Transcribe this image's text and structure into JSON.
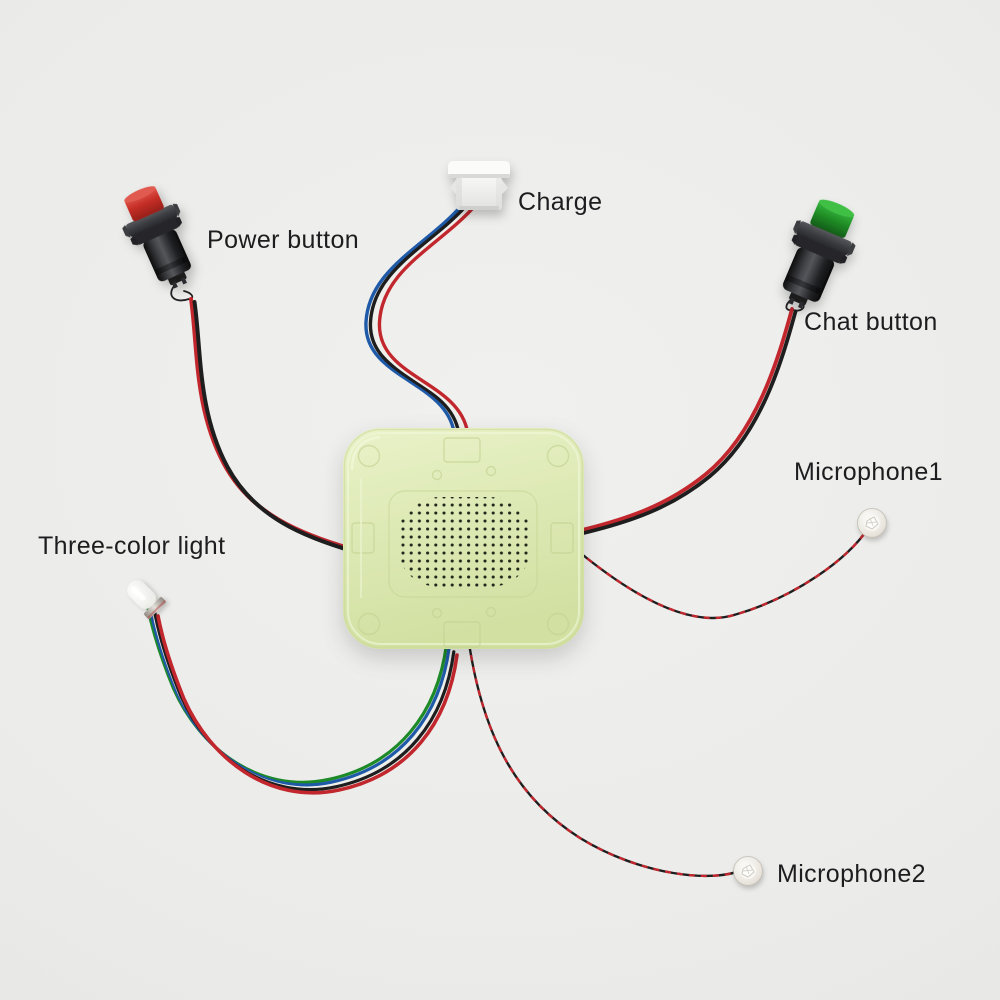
{
  "image_type": "annotated-product-diagram",
  "title": "Voice speaker module with labeled components",
  "background_color": "#ebebe9",
  "device": {
    "name": "main-speaker-module",
    "body_color": "#dde9b4",
    "speaker_dot_color": "#23281c"
  },
  "labels": {
    "power_button": "Power button",
    "charge": "Charge",
    "chat_button": "Chat button",
    "microphone1": "Microphone1",
    "three_color_light": "Three-color light",
    "microphone2": "Microphone2"
  },
  "components": [
    {
      "id": "power-button",
      "label": "Power button",
      "cap_color": "#c62f27",
      "wire_colors": [
        "red",
        "black"
      ]
    },
    {
      "id": "charge-connector",
      "label": "Charge",
      "body_color": "#f5f5f3",
      "wire_colors": [
        "blue",
        "black",
        "white",
        "red"
      ]
    },
    {
      "id": "chat-button",
      "label": "Chat button",
      "cap_color": "#219127",
      "wire_colors": [
        "red",
        "black"
      ]
    },
    {
      "id": "microphone1",
      "label": "Microphone1",
      "wire_colors": [
        "red",
        "black"
      ]
    },
    {
      "id": "microphone2",
      "label": "Microphone2",
      "wire_colors": [
        "red",
        "black"
      ]
    },
    {
      "id": "three-color-light",
      "label": "Three-color light",
      "wire_colors": [
        "green",
        "blue",
        "white",
        "black",
        "red"
      ]
    }
  ],
  "wire_palette": {
    "red": "#c1272d",
    "black": "#1e1e1f",
    "blue": "#1f5aa8",
    "green": "#1d8a28",
    "white": "#efefec"
  }
}
